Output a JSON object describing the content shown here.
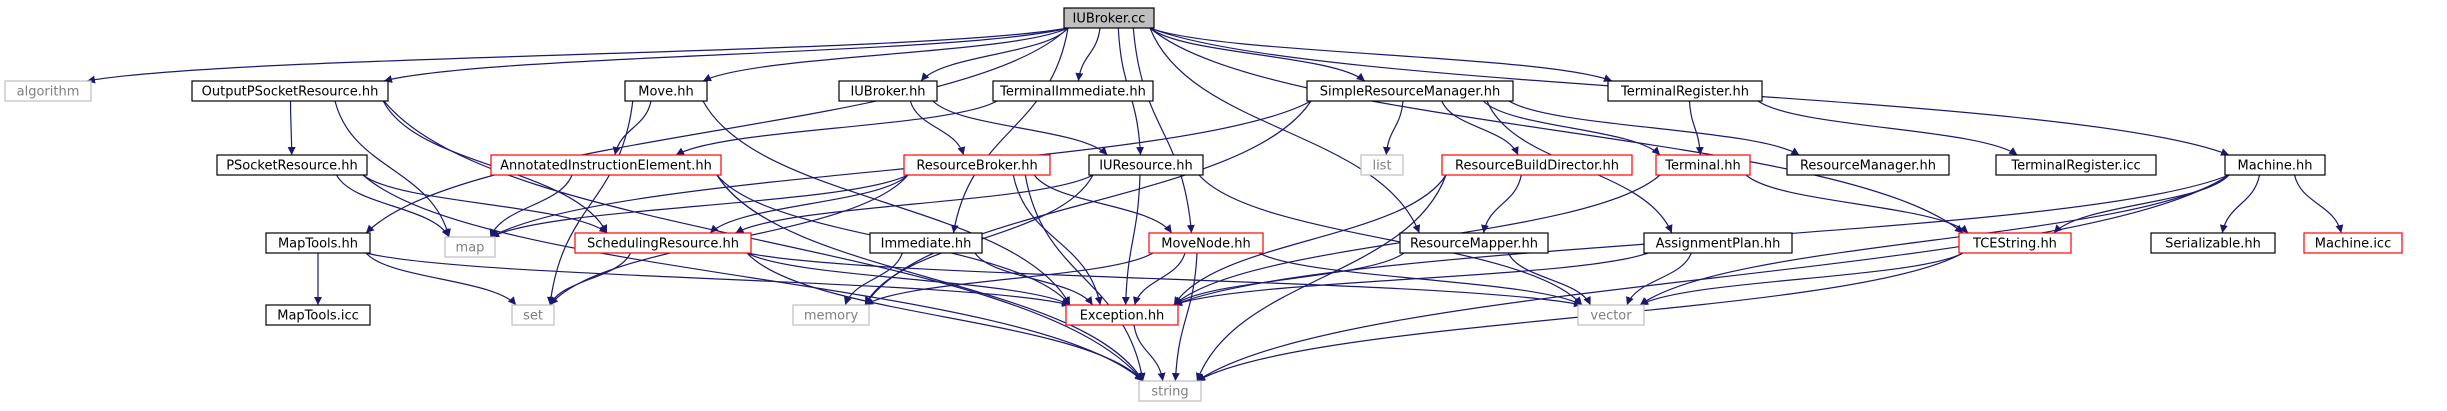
{
  "diagram": {
    "title": "",
    "colors": {
      "edge": "#191970",
      "node_border_black": "#000000",
      "node_border_red": "#ff0000",
      "node_border_gray": "#bfbfbf",
      "root_fill": "#bfbfbf",
      "text_black": "#000000",
      "text_gray": "#7f7f7f"
    },
    "nodes": [
      {
        "id": "IUBroker.cc",
        "label": "IUBroker.cc",
        "style": "root"
      },
      {
        "id": "algorithm",
        "label": "algorithm",
        "style": "gray"
      },
      {
        "id": "OutputPSocketResource.hh",
        "label": "OutputPSocketResource.hh",
        "style": "black"
      },
      {
        "id": "Move.hh",
        "label": "Move.hh",
        "style": "black"
      },
      {
        "id": "IUBroker.hh",
        "label": "IUBroker.hh",
        "style": "black"
      },
      {
        "id": "TerminalImmediate.hh",
        "label": "TerminalImmediate.hh",
        "style": "black"
      },
      {
        "id": "SimpleResourceManager.hh",
        "label": "SimpleResourceManager.hh",
        "style": "black"
      },
      {
        "id": "TerminalRegister.hh",
        "label": "TerminalRegister.hh",
        "style": "black"
      },
      {
        "id": "PSocketResource.hh",
        "label": "PSocketResource.hh",
        "style": "black"
      },
      {
        "id": "AnnotatedInstructionElement.hh",
        "label": "AnnotatedInstructionElement.hh",
        "style": "red"
      },
      {
        "id": "ResourceBroker.hh",
        "label": "ResourceBroker.hh",
        "style": "red"
      },
      {
        "id": "IUResource.hh",
        "label": "IUResource.hh",
        "style": "black"
      },
      {
        "id": "list",
        "label": "list",
        "style": "gray"
      },
      {
        "id": "ResourceBuildDirector.hh",
        "label": "ResourceBuildDirector.hh",
        "style": "red"
      },
      {
        "id": "Terminal.hh",
        "label": "Terminal.hh",
        "style": "red"
      },
      {
        "id": "ResourceManager.hh",
        "label": "ResourceManager.hh",
        "style": "black"
      },
      {
        "id": "TerminalRegister.icc",
        "label": "TerminalRegister.icc",
        "style": "black"
      },
      {
        "id": "Machine.hh",
        "label": "Machine.hh",
        "style": "black"
      },
      {
        "id": "MapTools.hh",
        "label": "MapTools.hh",
        "style": "black"
      },
      {
        "id": "map",
        "label": "map",
        "style": "gray"
      },
      {
        "id": "SchedulingResource.hh",
        "label": "SchedulingResource.hh",
        "style": "red"
      },
      {
        "id": "Immediate.hh",
        "label": "Immediate.hh",
        "style": "black"
      },
      {
        "id": "MoveNode.hh",
        "label": "MoveNode.hh",
        "style": "red"
      },
      {
        "id": "ResourceMapper.hh",
        "label": "ResourceMapper.hh",
        "style": "black"
      },
      {
        "id": "AssignmentPlan.hh",
        "label": "AssignmentPlan.hh",
        "style": "black"
      },
      {
        "id": "TCEString.hh",
        "label": "TCEString.hh",
        "style": "red"
      },
      {
        "id": "Serializable.hh",
        "label": "Serializable.hh",
        "style": "black"
      },
      {
        "id": "Machine.icc",
        "label": "Machine.icc",
        "style": "red"
      },
      {
        "id": "MapTools.icc",
        "label": "MapTools.icc",
        "style": "black"
      },
      {
        "id": "set",
        "label": "set",
        "style": "gray"
      },
      {
        "id": "memory",
        "label": "memory",
        "style": "gray"
      },
      {
        "id": "Exception.hh",
        "label": "Exception.hh",
        "style": "red"
      },
      {
        "id": "vector",
        "label": "vector",
        "style": "gray"
      },
      {
        "id": "string",
        "label": "string",
        "style": "gray"
      }
    ],
    "edges": [
      [
        "IUBroker.cc",
        "algorithm"
      ],
      [
        "IUBroker.cc",
        "OutputPSocketResource.hh"
      ],
      [
        "IUBroker.cc",
        "Move.hh"
      ],
      [
        "IUBroker.cc",
        "IUBroker.hh"
      ],
      [
        "IUBroker.cc",
        "TerminalImmediate.hh"
      ],
      [
        "IUBroker.cc",
        "SimpleResourceManager.hh"
      ],
      [
        "IUBroker.cc",
        "TerminalRegister.hh"
      ],
      [
        "IUBroker.cc",
        "Machine.hh"
      ],
      [
        "IUBroker.cc",
        "MapTools.hh"
      ],
      [
        "IUBroker.cc",
        "IUResource.hh"
      ],
      [
        "IUBroker.cc",
        "Immediate.hh"
      ],
      [
        "IUBroker.cc",
        "MoveNode.hh"
      ],
      [
        "IUBroker.cc",
        "ResourceMapper.hh"
      ],
      [
        "IUBroker.cc",
        "TCEString.hh"
      ],
      [
        "OutputPSocketResource.hh",
        "PSocketResource.hh"
      ],
      [
        "OutputPSocketResource.hh",
        "SchedulingResource.hh"
      ],
      [
        "OutputPSocketResource.hh",
        "map"
      ],
      [
        "OutputPSocketResource.hh",
        "string"
      ],
      [
        "PSocketResource.hh",
        "map"
      ],
      [
        "PSocketResource.hh",
        "SchedulingResource.hh"
      ],
      [
        "PSocketResource.hh",
        "string"
      ],
      [
        "Move.hh",
        "AnnotatedInstructionElement.hh"
      ],
      [
        "Move.hh",
        "Exception.hh"
      ],
      [
        "Move.hh",
        "set"
      ],
      [
        "TerminalImmediate.hh",
        "AnnotatedInstructionElement.hh"
      ],
      [
        "AnnotatedInstructionElement.hh",
        "map"
      ],
      [
        "AnnotatedInstructionElement.hh",
        "Exception.hh"
      ],
      [
        "AnnotatedInstructionElement.hh",
        "string"
      ],
      [
        "IUBroker.hh",
        "ResourceBroker.hh"
      ],
      [
        "IUBroker.hh",
        "IUResource.hh"
      ],
      [
        "ResourceBroker.hh",
        "map"
      ],
      [
        "ResourceBroker.hh",
        "set"
      ],
      [
        "ResourceBroker.hh",
        "SchedulingResource.hh"
      ],
      [
        "ResourceBroker.hh",
        "MoveNode.hh"
      ],
      [
        "ResourceBroker.hh",
        "Exception.hh"
      ],
      [
        "ResourceBroker.hh",
        "string"
      ],
      [
        "IUResource.hh",
        "SchedulingResource.hh"
      ],
      [
        "IUResource.hh",
        "memory"
      ],
      [
        "IUResource.hh",
        "Exception.hh"
      ],
      [
        "IUResource.hh",
        "vector"
      ],
      [
        "SimpleResourceManager.hh",
        "list"
      ],
      [
        "SimpleResourceManager.hh",
        "ResourceBuildDirector.hh"
      ],
      [
        "SimpleResourceManager.hh",
        "ResourceManager.hh"
      ],
      [
        "SimpleResourceManager.hh",
        "map"
      ],
      [
        "SimpleResourceManager.hh",
        "Terminal.hh"
      ],
      [
        "SimpleResourceManager.hh",
        "AssignmentPlan.hh"
      ],
      [
        "SimpleResourceManager.hh",
        "memory"
      ],
      [
        "ResourceBuildDirector.hh",
        "ResourceMapper.hh"
      ],
      [
        "ResourceBuildDirector.hh",
        "Exception.hh"
      ],
      [
        "ResourceBuildDirector.hh",
        "string"
      ],
      [
        "Terminal.hh",
        "TCEString.hh"
      ],
      [
        "Terminal.hh",
        "Exception.hh"
      ],
      [
        "TerminalRegister.hh",
        "Terminal.hh"
      ],
      [
        "TerminalRegister.hh",
        "TerminalRegister.icc"
      ],
      [
        "Machine.hh",
        "TCEString.hh"
      ],
      [
        "Machine.hh",
        "Serializable.hh"
      ],
      [
        "Machine.hh",
        "Machine.icc"
      ],
      [
        "Machine.hh",
        "Exception.hh"
      ],
      [
        "Machine.hh",
        "vector"
      ],
      [
        "Machine.hh",
        "string"
      ],
      [
        "MapTools.hh",
        "MapTools.icc"
      ],
      [
        "MapTools.hh",
        "set"
      ],
      [
        "MapTools.hh",
        "Exception.hh"
      ],
      [
        "SchedulingResource.hh",
        "set"
      ],
      [
        "SchedulingResource.hh",
        "Exception.hh"
      ],
      [
        "SchedulingResource.hh",
        "string"
      ],
      [
        "SchedulingResource.hh",
        "vector"
      ],
      [
        "Immediate.hh",
        "memory"
      ],
      [
        "Immediate.hh",
        "Exception.hh"
      ],
      [
        "MoveNode.hh",
        "memory"
      ],
      [
        "MoveNode.hh",
        "Exception.hh"
      ],
      [
        "MoveNode.hh",
        "string"
      ],
      [
        "MoveNode.hh",
        "vector"
      ],
      [
        "ResourceMapper.hh",
        "Exception.hh"
      ],
      [
        "ResourceMapper.hh",
        "vector"
      ],
      [
        "AssignmentPlan.hh",
        "Exception.hh"
      ],
      [
        "AssignmentPlan.hh",
        "vector"
      ],
      [
        "TCEString.hh",
        "vector"
      ],
      [
        "TCEString.hh",
        "string"
      ],
      [
        "Exception.hh",
        "string"
      ]
    ]
  }
}
